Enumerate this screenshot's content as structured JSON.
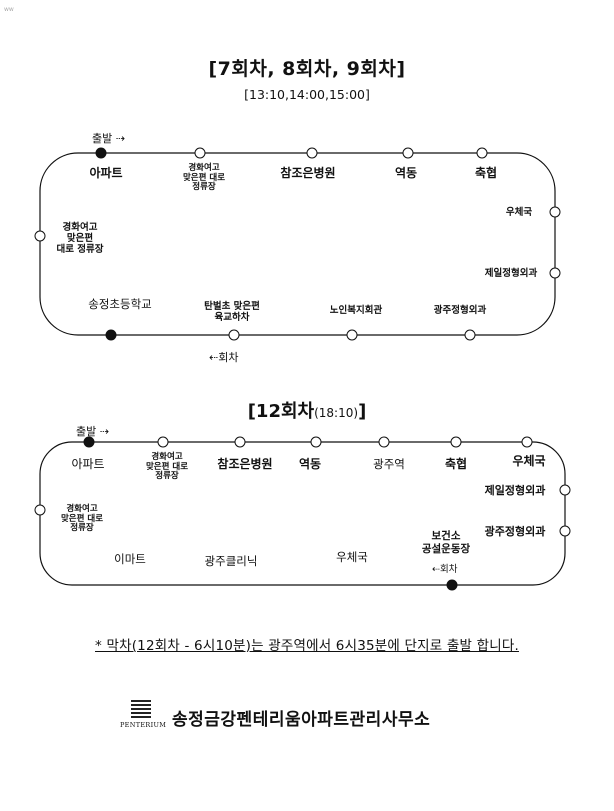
{
  "corner_mark": "ww",
  "route1": {
    "title": "[7회차, 8회차, 9회차]",
    "times": "[13:10,14:00,15:00]",
    "depart_label": "출발 ⇢",
    "return_label": "⇠회차",
    "stops": [
      {
        "label": "아파트"
      },
      {
        "label": "경화여고\n맞은편 대로\n정류장"
      },
      {
        "label": "참조은병원"
      },
      {
        "label": "역동"
      },
      {
        "label": "축협"
      },
      {
        "label": "우체국"
      },
      {
        "label": "제일정형외과"
      },
      {
        "label": "광주정형외과"
      },
      {
        "label": "노인복지회관"
      },
      {
        "label": "탄벌초 맞은편\n육교하차"
      },
      {
        "label": "송정초등학교"
      },
      {
        "label": "경화여고\n맞은편\n대로 정류장"
      }
    ]
  },
  "route2": {
    "title": "[12회차",
    "title_time": "(18:10)",
    "title_end": "]",
    "depart_label": "출발 ⇢",
    "return_label": "⇠회차",
    "stops": [
      {
        "label": "아파트"
      },
      {
        "label": "경화여고\n맞은편 대로\n정류장"
      },
      {
        "label": "참조은병원"
      },
      {
        "label": "역동"
      },
      {
        "label": "광주역"
      },
      {
        "label": "축협"
      },
      {
        "label": "우체국"
      },
      {
        "label": "제일정형외과"
      },
      {
        "label": "광주정형외과"
      },
      {
        "label": "보건소\n공설운동장"
      },
      {
        "label": "우체국"
      },
      {
        "label": "광주클리닉"
      },
      {
        "label": "이마트"
      },
      {
        "label": "경화여고\n맞은편 대로\n정류장"
      }
    ]
  },
  "notice": {
    "prefix": "* 막차(12회차 - 6시10분)는 광주역에서 6시35분에 단지로 출발 합니다."
  },
  "footer": {
    "logo_text": "PENTERIUM",
    "org_name": "송정금강펜테리움아파트관리사무소"
  }
}
